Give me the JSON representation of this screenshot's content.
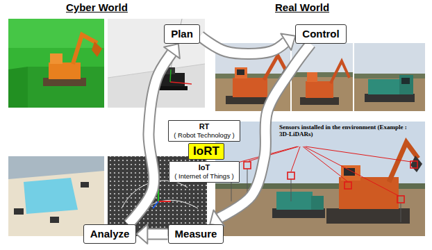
{
  "diagram": {
    "nodes": [
      {
        "text": [
          "Plan"
        ]
      },
      {
        "text": [
          "Control"
        ]
      },
      {
        "text": [
          "RT",
          "( Robot Technology )"
        ]
      },
      {
        "text": [
          "IoRT"
        ]
      },
      {
        "text": [
          "IoT",
          "( Internet of Things )"
        ]
      },
      {
        "text": [
          "Analyze"
        ]
      },
      {
        "text": [
          "Measure"
        ]
      }
    ],
    "edges": [
      {
        "from": 0,
        "to": 1,
        "arrow": "to"
      },
      {
        "from": 1,
        "to": 6,
        "arrow": "to"
      },
      {
        "from": 6,
        "to": 5,
        "arrow": "to"
      },
      {
        "from": 5,
        "to": 0,
        "arrow": "to"
      }
    ],
    "labels": [
      "Cyber World",
      "Real World",
      "Sensors installed in the environment (Example : 3D-LiDARs)"
    ]
  }
}
